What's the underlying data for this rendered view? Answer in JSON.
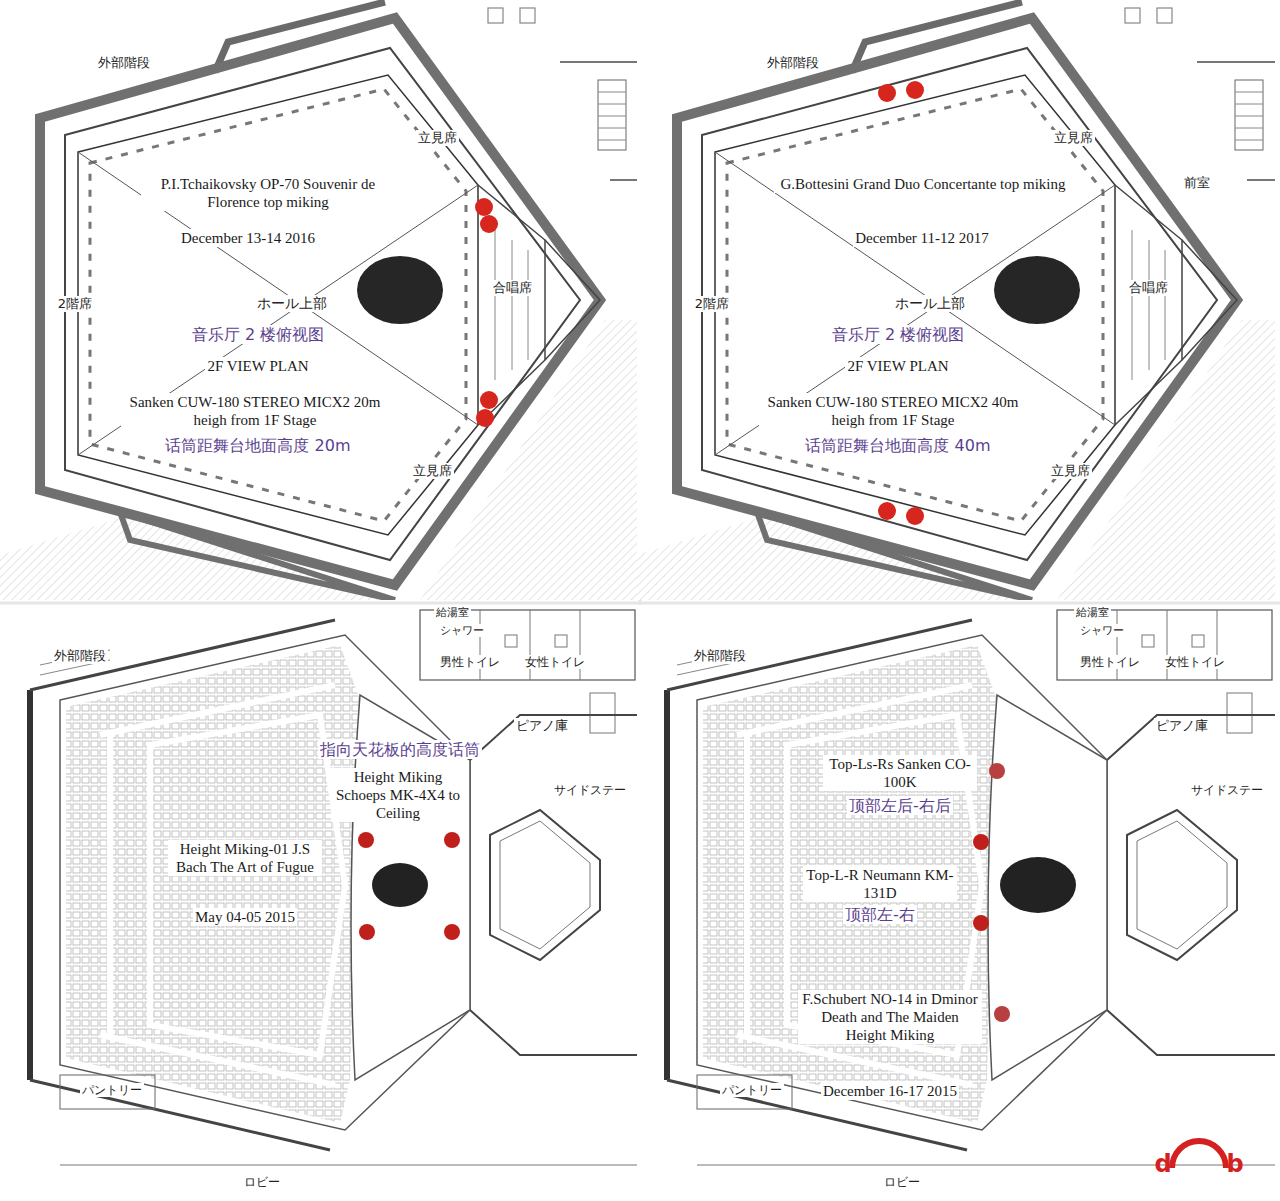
{
  "diagram": {
    "labels": [
      "外部階段",
      "立見席",
      "P.I.Tchaikovsky OP-70 Souvenir de Florence top miking",
      "December 13-14 2016",
      "2階席",
      "ホール上部",
      "合唱席",
      "音乐厅 2 楼俯视图",
      "2F VIEW PLAN",
      "Sanken CUW-180 STEREO MICX2 20m heigh from 1F Stage",
      "话筒距舞台地面高度 20m",
      "立見席",
      "外部階段",
      "立見席",
      "前室",
      "G.Bottesini Grand Duo Concertante top miking",
      "December 11-12 2017",
      "2階席",
      "ホール上部",
      "合唱席",
      "音乐厅 2 楼俯视图",
      "2F VIEW PLAN",
      "Sanken CUW-180 STEREO MICX2 40m heigh from 1F Stage",
      "话筒距舞台地面高度 40m",
      "立見席",
      "給湯室",
      "シャワー",
      "男性トイレ",
      "女性トイレ",
      "外部階段",
      "ピアノ庫",
      "指向天花板的高度话筒",
      "Height Miking Schoeps MK-4X4 to Ceiling",
      "サイドステー",
      "Height Miking-01 J.S Bach The Art of Fugue",
      "May 04-05 2015",
      "パントリー",
      "ロビー",
      "給湯室",
      "シャワー",
      "男性トイレ",
      "女性トイレ",
      "外部階段",
      "ピアノ庫",
      "Top-Ls-Rs Sanken CO-100K",
      "顶部左后-右后",
      "サイドステー",
      "Top-L-R Neumann KM-131D",
      "顶部左-右",
      "F.Schubert NO-14 in Dminor Death and The Maiden Height Miking",
      "December 16-17 2015",
      "パントリー",
      "ロビー",
      "d",
      "b"
    ]
  }
}
